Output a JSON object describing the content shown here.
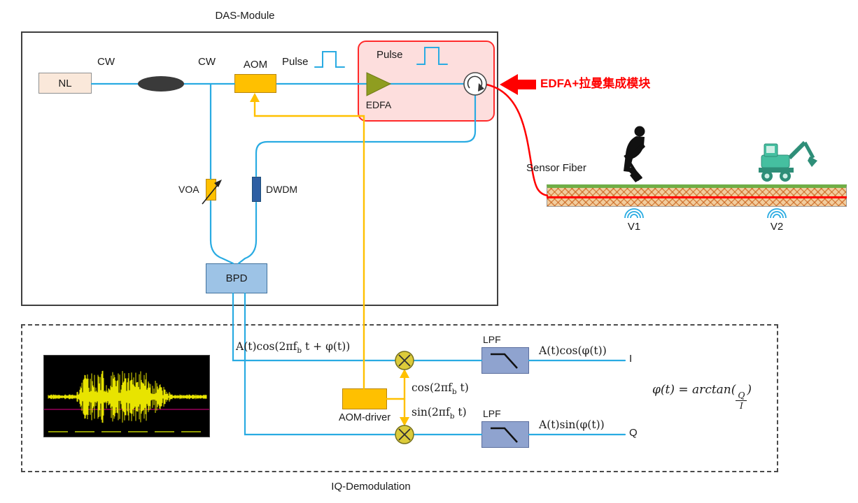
{
  "das": {
    "title": "DAS-Module",
    "nl": "NL",
    "cw_left": "CW",
    "cw_right": "CW",
    "aom": "AOM",
    "pulse_left": "Pulse",
    "pulse_right": "Pulse",
    "edfa": "EDFA",
    "voa": "VOA",
    "dwdm": "DWDM",
    "bpd": "BPD"
  },
  "annotation": {
    "text": "EDFA+拉曼集成模块"
  },
  "sensor": {
    "label": "Sensor Fiber",
    "v1": "V1",
    "v2": "V2"
  },
  "iq": {
    "title": "IQ-Demodulation",
    "input_signal": {
      "pre": "A(t)cos(2πf",
      "sub": "b",
      "post": " t + φ(t))"
    },
    "aom_driver": "AOM-driver",
    "cos": {
      "pre": "cos(2πf",
      "sub": "b",
      "post": " t)"
    },
    "sin": {
      "pre": "sin(2πf",
      "sub": "b",
      "post": " t)"
    },
    "lpf_top": "LPF",
    "lpf_bottom": "LPF",
    "out_i": "A(t)cos(φ(t))",
    "out_q": "A(t)sin(φ(t))",
    "port_i": "I",
    "port_q": "Q",
    "formula": {
      "lhs": "φ(t) = arctan(",
      "num": "Q",
      "den": "I",
      "rhs": ")"
    }
  },
  "colors": {
    "signal": "#29ABE2",
    "drive": "#FFC000",
    "alert": "#FF0000"
  }
}
